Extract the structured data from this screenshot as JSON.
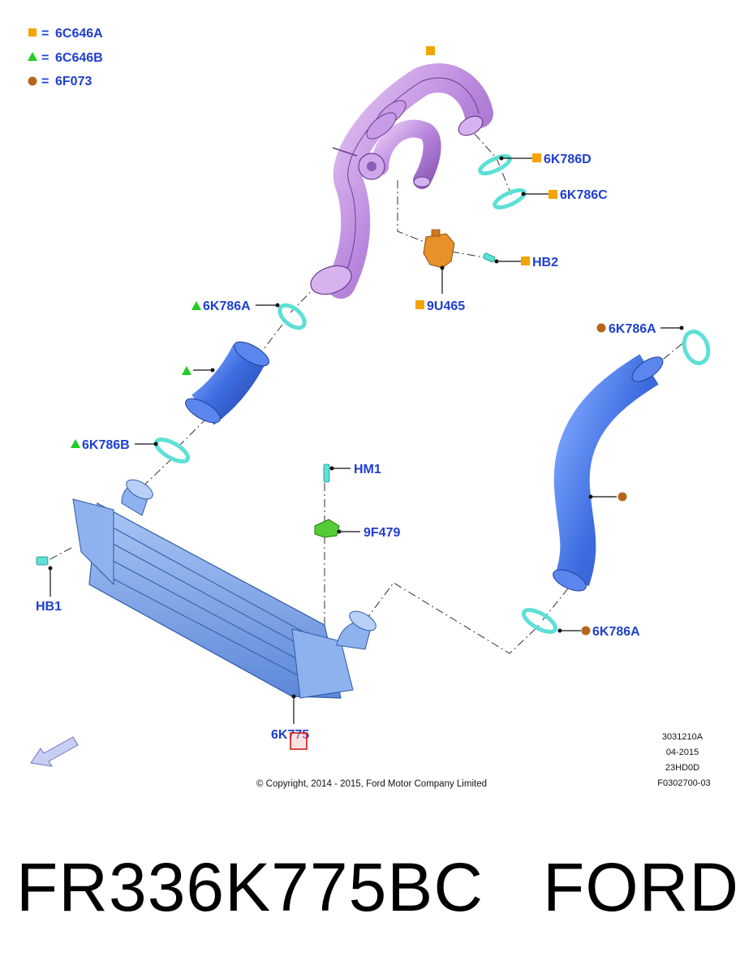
{
  "legend": [
    {
      "symbol": "square",
      "color": "#f5a300",
      "sep": "=",
      "code": "6C646A"
    },
    {
      "symbol": "triangle",
      "color": "#22cc22",
      "sep": "=",
      "code": "6C646B"
    },
    {
      "symbol": "circle",
      "color": "#b5651d",
      "sep": "=",
      "code": "6F073"
    }
  ],
  "callouts": {
    "clamp_d": "6K786D",
    "clamp_c": "6K786C",
    "hb2": "HB2",
    "valve": "9U465",
    "clamp_a_top_left": "6K786A",
    "clamp_a_top_right": "6K786A",
    "clamp_b": "6K786B",
    "hm1": "HM1",
    "bracket": "9F479",
    "hb1": "HB1",
    "clamp_a_bottom_right": "6K786A",
    "intercooler": "6K775"
  },
  "meta_block": [
    "3031210A",
    "04-2015",
    "23HD0D",
    "F0302700-03"
  ],
  "copyright": "© Copyright, 2014 - 2015, Ford Motor Company Limited",
  "footer": {
    "part_number": "FR336K775BC",
    "brand": "FORD"
  },
  "colors": {
    "label_blue": "#1f3fcf",
    "square_orange": "#f5a300",
    "triangle_green": "#22cc22",
    "circle_brown": "#b5651d",
    "pipe_purple": "#c08ee0",
    "hose_blue": "#3f6fe0",
    "clamp_cyan": "#5ee0d6",
    "valve_orange": "#e8902a",
    "bracket_green": "#55cc33",
    "cooler_blue": "#7fa6e8",
    "highlight_red": "#d01818"
  },
  "icons": [
    "direction-arrow-icon"
  ]
}
